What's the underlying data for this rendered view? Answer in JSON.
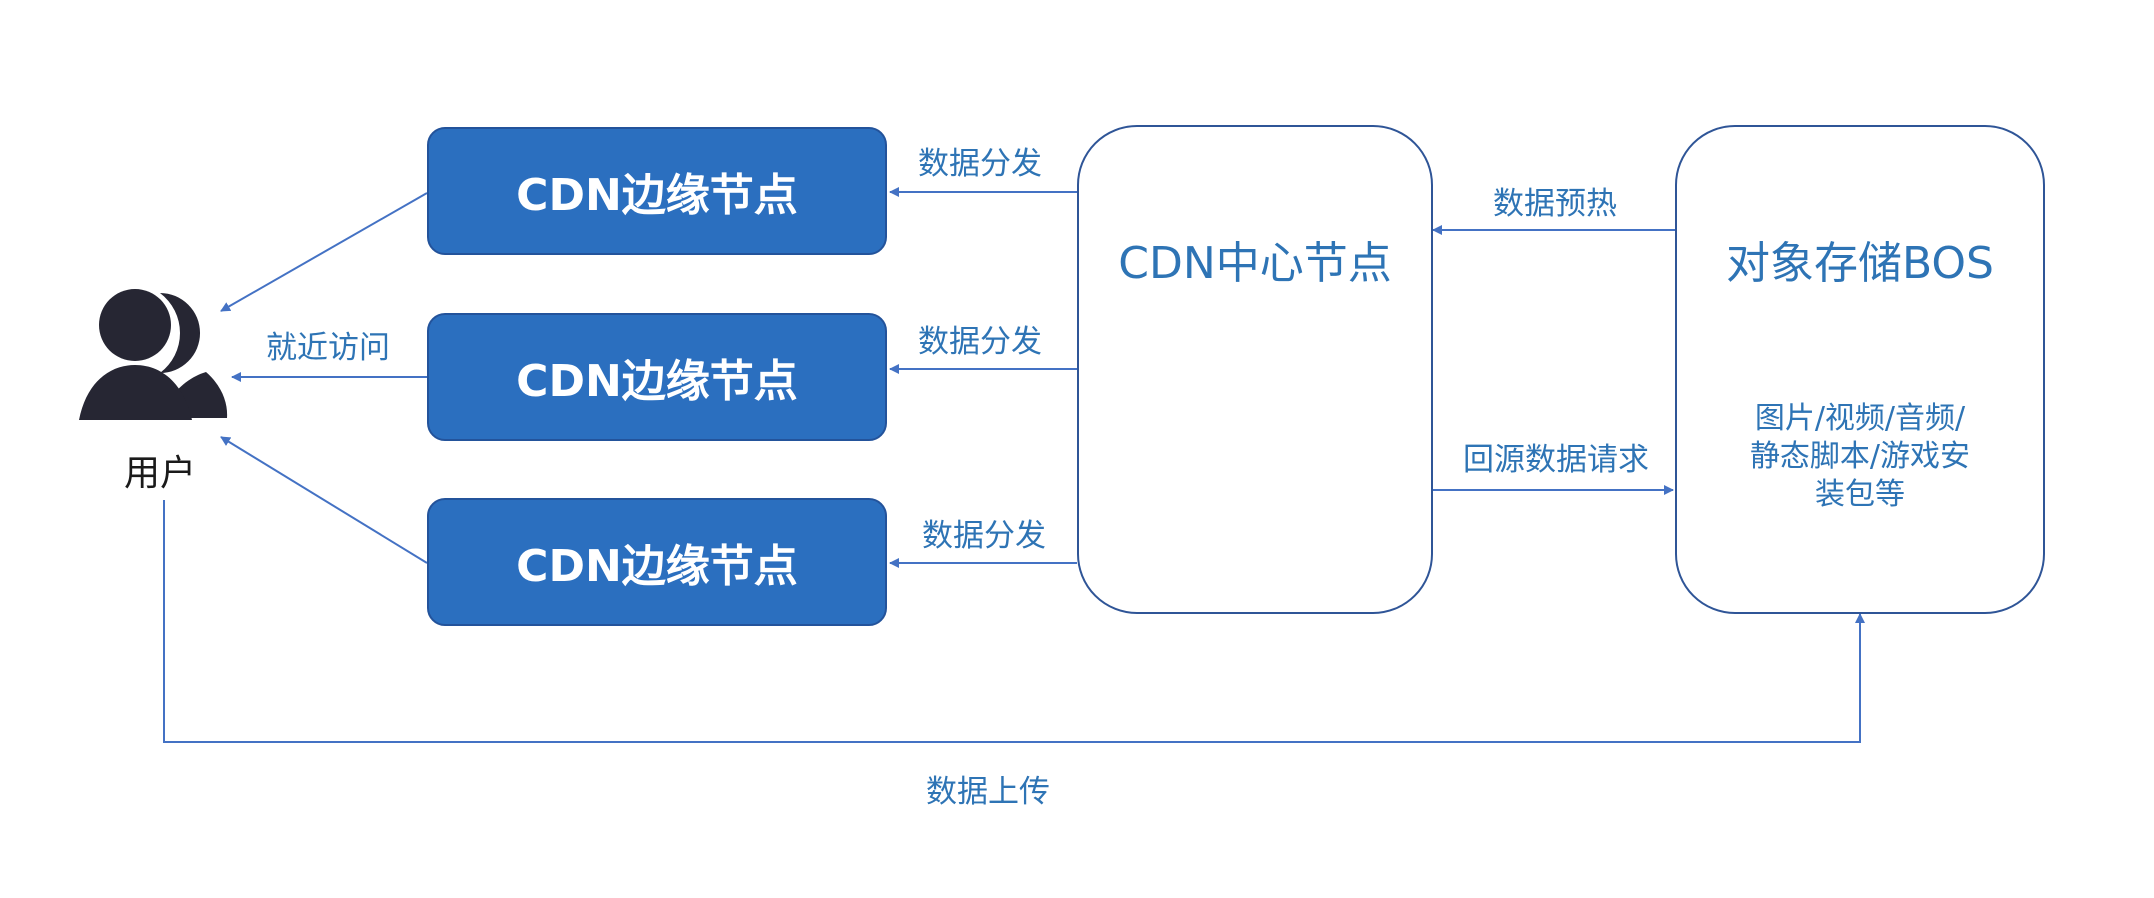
{
  "user": {
    "label": "用户",
    "icon": "users-icon"
  },
  "edge_nodes": [
    {
      "label": "CDN边缘节点"
    },
    {
      "label": "CDN边缘节点"
    },
    {
      "label": "CDN边缘节点"
    }
  ],
  "center_node": {
    "label": "CDN中心节点",
    "icon": "network-grid-icon"
  },
  "storage": {
    "title": "对象存储BOS",
    "description_lines": [
      "图片/视频/音频/",
      "静态脚本/游戏安",
      "装包等"
    ]
  },
  "flows": {
    "nearby_access": "就近访问",
    "distribute_1": "数据分发",
    "distribute_2": "数据分发",
    "distribute_3": "数据分发",
    "prefetch": "数据预热",
    "origin_request": "回源数据请求",
    "upload": "数据上传"
  },
  "colors": {
    "edge_fill": "#2b6fbf",
    "line": "#4472c4",
    "text_blue": "#2e74b5",
    "icon_green": "#a9d238",
    "user_icon": "#262633"
  }
}
